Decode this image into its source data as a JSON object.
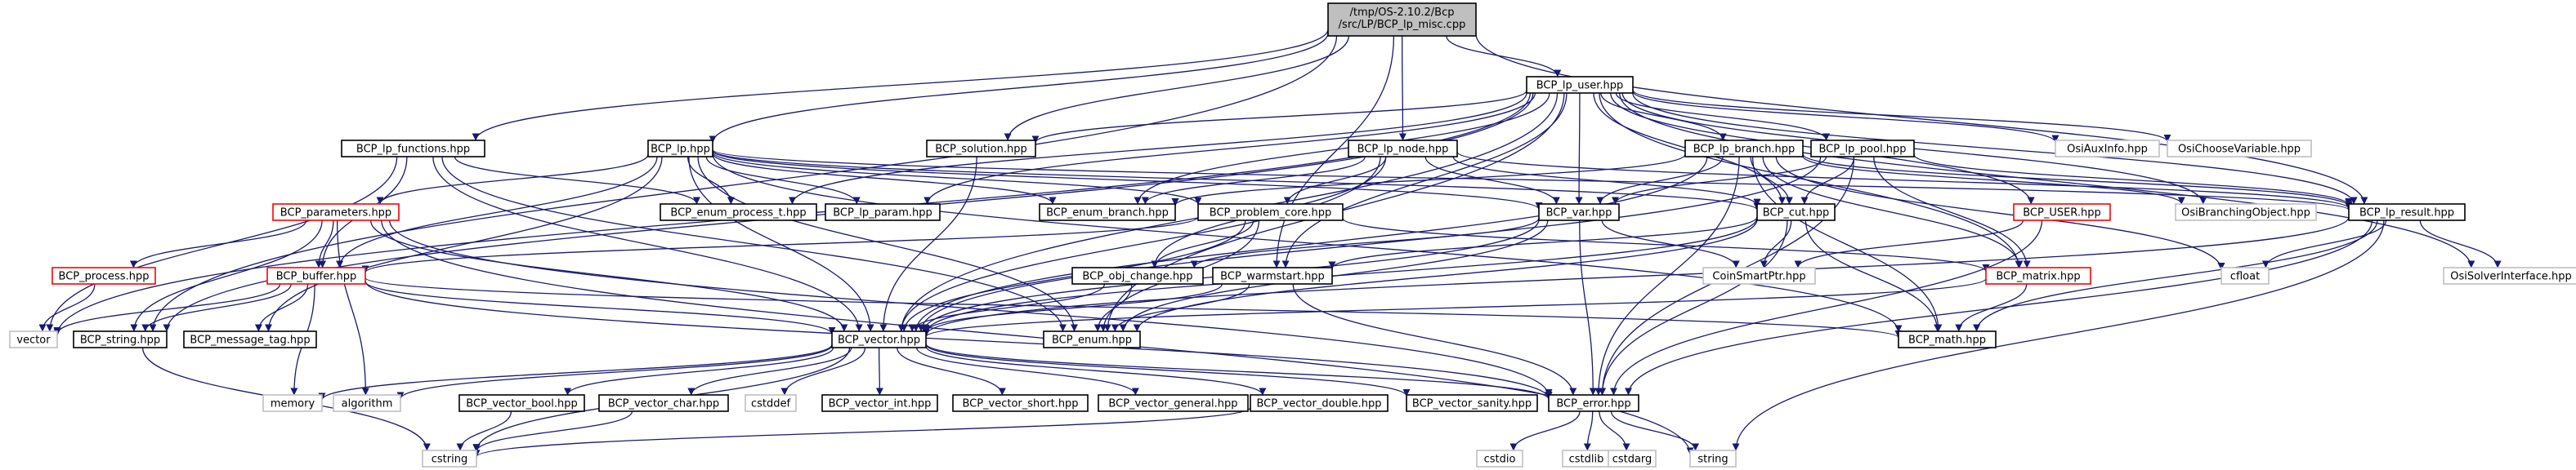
{
  "title": "",
  "colors": {
    "edge": "#191970",
    "root_fill": "#bfbfbf",
    "root_border": "#000000",
    "normal_border": "#000000",
    "truncated_border": "#ff0000",
    "external_border": "#bfbfbf",
    "text": "#000000",
    "external_text": "#404040"
  },
  "nodes": [
    {
      "id": "root",
      "label": "/tmp/OS-2.10.2/Bcp/src/LP/BCP_lp_misc.cpp",
      "lines": [
        "/tmp/OS-2.10.2/Bcp",
        "/src/LP/BCP_lp_misc.cpp"
      ],
      "kind": "root"
    },
    {
      "id": "lp_user",
      "label": "BCP_lp_user.hpp",
      "kind": "normal"
    },
    {
      "id": "lp_functions",
      "label": "BCP_lp_functions.hpp",
      "kind": "normal"
    },
    {
      "id": "lp",
      "label": "BCP_lp.hpp",
      "kind": "normal"
    },
    {
      "id": "solution",
      "label": "BCP_solution.hpp",
      "kind": "normal"
    },
    {
      "id": "lp_node",
      "label": "BCP_lp_node.hpp",
      "kind": "normal"
    },
    {
      "id": "lp_branch",
      "label": "BCP_lp_branch.hpp",
      "kind": "normal"
    },
    {
      "id": "lp_pool",
      "label": "BCP_lp_pool.hpp",
      "kind": "normal"
    },
    {
      "id": "osi_aux",
      "label": "OsiAuxInfo.hpp",
      "kind": "external"
    },
    {
      "id": "osi_choose",
      "label": "OsiChooseVariable.hpp",
      "kind": "external"
    },
    {
      "id": "parameters",
      "label": "BCP_parameters.hpp",
      "kind": "truncated"
    },
    {
      "id": "enum_process_t",
      "label": "BCP_enum_process_t.hpp",
      "kind": "normal"
    },
    {
      "id": "lp_param",
      "label": "BCP_lp_param.hpp",
      "kind": "normal"
    },
    {
      "id": "enum_branch",
      "label": "BCP_enum_branch.hpp",
      "kind": "normal"
    },
    {
      "id": "problem_core",
      "label": "BCP_problem_core.hpp",
      "kind": "normal"
    },
    {
      "id": "var",
      "label": "BCP_var.hpp",
      "kind": "normal"
    },
    {
      "id": "cut",
      "label": "BCP_cut.hpp",
      "kind": "normal"
    },
    {
      "id": "user",
      "label": "BCP_USER.hpp",
      "kind": "truncated"
    },
    {
      "id": "osi_branching",
      "label": "OsiBranchingObject.hpp",
      "kind": "external"
    },
    {
      "id": "lp_result",
      "label": "BCP_lp_result.hpp",
      "kind": "normal"
    },
    {
      "id": "process",
      "label": "BCP_process.hpp",
      "kind": "truncated"
    },
    {
      "id": "buffer",
      "label": "BCP_buffer.hpp",
      "kind": "truncated"
    },
    {
      "id": "obj_change",
      "label": "BCP_obj_change.hpp",
      "kind": "normal"
    },
    {
      "id": "warmstart",
      "label": "BCP_warmstart.hpp",
      "kind": "normal"
    },
    {
      "id": "coin_smartptr",
      "label": "CoinSmartPtr.hpp",
      "kind": "external"
    },
    {
      "id": "matrix",
      "label": "BCP_matrix.hpp",
      "kind": "truncated"
    },
    {
      "id": "cfloat",
      "label": "cfloat",
      "kind": "external"
    },
    {
      "id": "osi_solver",
      "label": "OsiSolverInterface.hpp",
      "kind": "external"
    },
    {
      "id": "vector",
      "label": "vector",
      "kind": "external"
    },
    {
      "id": "string_hpp",
      "label": "BCP_string.hpp",
      "kind": "normal"
    },
    {
      "id": "message_tag",
      "label": "BCP_message_tag.hpp",
      "kind": "normal"
    },
    {
      "id": "vector_hpp",
      "label": "BCP_vector.hpp",
      "kind": "normal"
    },
    {
      "id": "enum_hpp",
      "label": "BCP_enum.hpp",
      "kind": "normal"
    },
    {
      "id": "math",
      "label": "BCP_math.hpp",
      "kind": "normal"
    },
    {
      "id": "memory",
      "label": "memory",
      "kind": "external"
    },
    {
      "id": "algorithm",
      "label": "algorithm",
      "kind": "external"
    },
    {
      "id": "vector_bool",
      "label": "BCP_vector_bool.hpp",
      "kind": "normal"
    },
    {
      "id": "vector_char",
      "label": "BCP_vector_char.hpp",
      "kind": "normal"
    },
    {
      "id": "cstddef",
      "label": "cstddef",
      "kind": "external"
    },
    {
      "id": "vector_int",
      "label": "BCP_vector_int.hpp",
      "kind": "normal"
    },
    {
      "id": "vector_short",
      "label": "BCP_vector_short.hpp",
      "kind": "normal"
    },
    {
      "id": "vector_general",
      "label": "BCP_vector_general.hpp",
      "kind": "normal"
    },
    {
      "id": "vector_double",
      "label": "BCP_vector_double.hpp",
      "kind": "normal"
    },
    {
      "id": "vector_sanity",
      "label": "BCP_vector_sanity.hpp",
      "kind": "normal"
    },
    {
      "id": "error",
      "label": "BCP_error.hpp",
      "kind": "normal"
    },
    {
      "id": "cstring",
      "label": "cstring",
      "kind": "external"
    },
    {
      "id": "cstdio",
      "label": "cstdio",
      "kind": "external"
    },
    {
      "id": "cstdlib",
      "label": "cstdlib",
      "kind": "external"
    },
    {
      "id": "cstdarg",
      "label": "cstdarg",
      "kind": "external"
    },
    {
      "id": "string_std",
      "label": "string",
      "kind": "external"
    }
  ],
  "edges": [
    [
      "root",
      "lp_user"
    ],
    [
      "root",
      "lp_functions"
    ],
    [
      "root",
      "lp"
    ],
    [
      "root",
      "solution"
    ],
    [
      "root",
      "lp_node"
    ],
    [
      "root",
      "warmstart"
    ],
    [
      "root",
      "lp_result"
    ],
    [
      "root",
      "string_hpp"
    ],
    [
      "lp_user",
      "vector"
    ],
    [
      "lp_user",
      "vector_hpp"
    ],
    [
      "lp_user",
      "solution"
    ],
    [
      "lp_user",
      "enum_process_t"
    ],
    [
      "lp_user",
      "lp_param"
    ],
    [
      "lp_user",
      "enum_branch"
    ],
    [
      "lp_user",
      "var"
    ],
    [
      "lp_user",
      "cut"
    ],
    [
      "lp_user",
      "lp_branch"
    ],
    [
      "lp_user",
      "lp_pool"
    ],
    [
      "lp_user",
      "user"
    ],
    [
      "lp_user",
      "osi_aux"
    ],
    [
      "lp_user",
      "osi_choose"
    ],
    [
      "lp_user",
      "osi_branching"
    ],
    [
      "lp_user",
      "lp_result"
    ],
    [
      "lp_user",
      "osi_solver"
    ],
    [
      "lp_user",
      "matrix"
    ],
    [
      "lp_user",
      "enum_hpp"
    ],
    [
      "lp_user",
      "string_hpp"
    ],
    [
      "lp_user",
      "warmstart"
    ],
    [
      "lp_functions",
      "vector"
    ],
    [
      "lp_functions",
      "enum_process_t"
    ],
    [
      "lp_functions",
      "buffer"
    ],
    [
      "lp_functions",
      "vector_hpp"
    ],
    [
      "lp_functions",
      "enum_hpp"
    ],
    [
      "lp",
      "parameters"
    ],
    [
      "lp",
      "enum_process_t"
    ],
    [
      "lp",
      "lp_param"
    ],
    [
      "lp",
      "enum_branch"
    ],
    [
      "lp",
      "buffer"
    ],
    [
      "lp",
      "message_tag"
    ],
    [
      "lp",
      "vector_hpp"
    ],
    [
      "lp",
      "enum_hpp"
    ],
    [
      "lp",
      "var"
    ],
    [
      "lp",
      "cut"
    ],
    [
      "lp",
      "math"
    ],
    [
      "lp",
      "lp_result"
    ],
    [
      "lp",
      "problem_core"
    ],
    [
      "solution",
      "vector_hpp"
    ],
    [
      "lp_node",
      "problem_core"
    ],
    [
      "lp_node",
      "enum_branch"
    ],
    [
      "lp_node",
      "var"
    ],
    [
      "lp_node",
      "cut"
    ],
    [
      "lp_node",
      "obj_change"
    ],
    [
      "lp_node",
      "vector_hpp"
    ],
    [
      "lp_node",
      "lp_result"
    ],
    [
      "lp_branch",
      "enum_branch"
    ],
    [
      "lp_branch",
      "var"
    ],
    [
      "lp_branch",
      "cut"
    ],
    [
      "lp_branch",
      "matrix"
    ],
    [
      "lp_branch",
      "vector_hpp"
    ],
    [
      "lp_branch",
      "cfloat"
    ],
    [
      "lp_branch",
      "osi_branching"
    ],
    [
      "lp_branch",
      "math"
    ],
    [
      "lp_branch",
      "lp_result"
    ],
    [
      "lp_branch",
      "error"
    ],
    [
      "lp_pool",
      "var"
    ],
    [
      "lp_pool",
      "cut"
    ],
    [
      "lp_pool",
      "lp_result"
    ],
    [
      "lp_pool",
      "vector_hpp"
    ],
    [
      "lp_pool",
      "matrix"
    ],
    [
      "lp_pool",
      "error"
    ],
    [
      "parameters",
      "process"
    ],
    [
      "parameters",
      "buffer"
    ],
    [
      "parameters",
      "string_hpp"
    ],
    [
      "parameters",
      "vector_hpp"
    ],
    [
      "parameters",
      "algorithm"
    ],
    [
      "parameters",
      "error"
    ],
    [
      "parameters",
      "string_std"
    ],
    [
      "problem_core",
      "vector_hpp"
    ],
    [
      "problem_core",
      "buffer"
    ],
    [
      "problem_core",
      "matrix"
    ],
    [
      "problem_core",
      "obj_change"
    ],
    [
      "problem_core",
      "enum_hpp"
    ],
    [
      "var",
      "vector_hpp"
    ],
    [
      "var",
      "coin_smartptr"
    ],
    [
      "var",
      "error"
    ],
    [
      "var",
      "enum_hpp"
    ],
    [
      "var",
      "obj_change"
    ],
    [
      "cut",
      "vector_hpp"
    ],
    [
      "cut",
      "coin_smartptr"
    ],
    [
      "cut",
      "error"
    ],
    [
      "cut",
      "math"
    ],
    [
      "cut",
      "enum_hpp"
    ],
    [
      "cut",
      "warmstart"
    ],
    [
      "user",
      "coin_smartptr"
    ],
    [
      "user",
      "error"
    ],
    [
      "lp_result",
      "cfloat"
    ],
    [
      "lp_result",
      "osi_solver"
    ],
    [
      "lp_result",
      "vector_hpp"
    ],
    [
      "lp_result",
      "math"
    ],
    [
      "lp_result",
      "error"
    ],
    [
      "lp_result",
      "string_std"
    ],
    [
      "process",
      "vector"
    ],
    [
      "buffer",
      "vector"
    ],
    [
      "buffer",
      "string_hpp"
    ],
    [
      "buffer",
      "message_tag"
    ],
    [
      "buffer",
      "memory"
    ],
    [
      "buffer",
      "vector_hpp"
    ],
    [
      "buffer",
      "error"
    ],
    [
      "buffer",
      "math"
    ],
    [
      "obj_change",
      "vector_hpp"
    ],
    [
      "obj_change",
      "enum_hpp"
    ],
    [
      "warmstart",
      "vector_hpp"
    ],
    [
      "warmstart",
      "enum_hpp"
    ],
    [
      "warmstart",
      "error"
    ],
    [
      "matrix",
      "vector_hpp"
    ],
    [
      "matrix",
      "math"
    ],
    [
      "string_hpp",
      "cstring"
    ],
    [
      "vector_hpp",
      "memory"
    ],
    [
      "vector_hpp",
      "algorithm"
    ],
    [
      "vector_hpp",
      "cstddef"
    ],
    [
      "vector_hpp",
      "cstring"
    ],
    [
      "vector_hpp",
      "vector_bool"
    ],
    [
      "vector_hpp",
      "vector_char"
    ],
    [
      "vector_hpp",
      "vector_int"
    ],
    [
      "vector_hpp",
      "vector_short"
    ],
    [
      "vector_hpp",
      "vector_general"
    ],
    [
      "vector_hpp",
      "vector_double"
    ],
    [
      "vector_hpp",
      "vector_sanity"
    ],
    [
      "vector_hpp",
      "error"
    ],
    [
      "vector_bool",
      "cstring"
    ],
    [
      "vector_char",
      "cstring"
    ],
    [
      "vector_double",
      "cstring"
    ],
    [
      "error",
      "cstdio"
    ],
    [
      "error",
      "cstdlib"
    ],
    [
      "error",
      "cstdarg"
    ],
    [
      "error",
      "string_std"
    ]
  ]
}
